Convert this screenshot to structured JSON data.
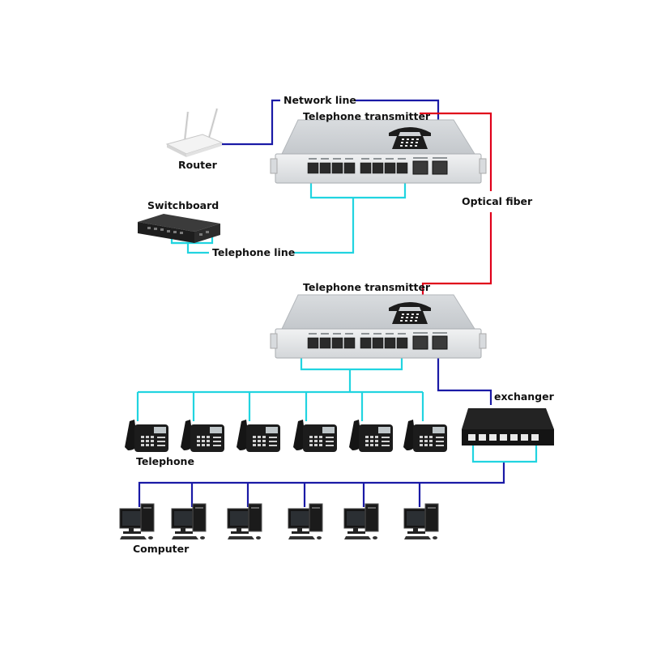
{
  "labels": {
    "network_line": "Network line",
    "telephone_transmitter_top": "Telephone transmitter",
    "router": "Router",
    "optical_fiber": "Optical fiber",
    "switchboard": "Switchboard",
    "telephone_line": "Telephone line",
    "telephone_transmitter_bottom": "Telephone transmitter",
    "exchanger": "exchanger",
    "telephone": "Telephone",
    "computer": "Computer"
  },
  "colors": {
    "network_line": "#1a1aa6",
    "optical_fiber": "#e0001a",
    "telephone_line": "#21d4e0"
  },
  "icons": [
    "router-icon",
    "switchboard-icon",
    "telephone-transmitter-icon",
    "exchanger-icon",
    "telephone-icon",
    "computer-icon"
  ]
}
